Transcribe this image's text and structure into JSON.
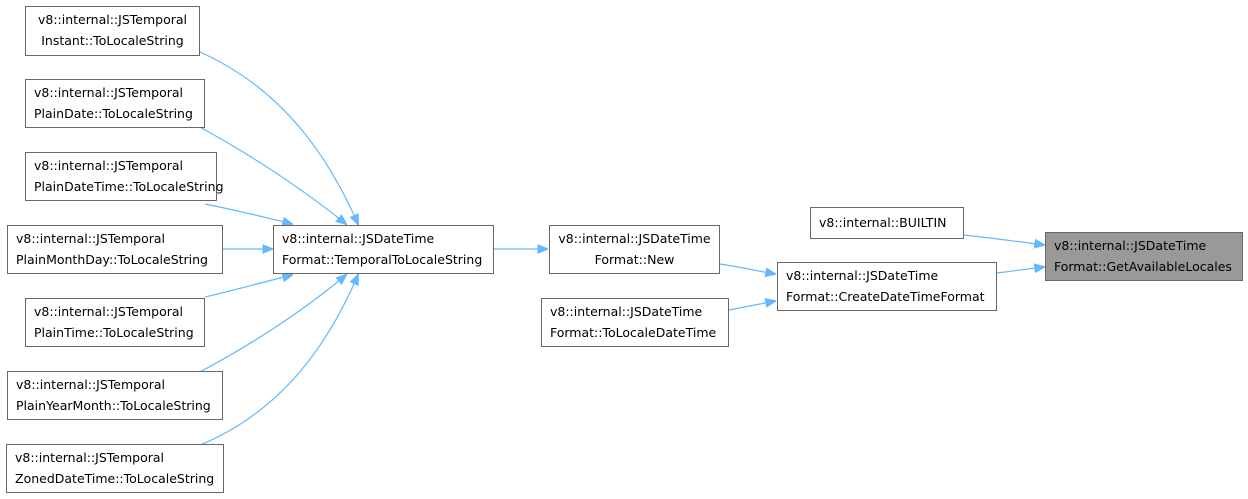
{
  "colors": {
    "edge": "#63b8ff",
    "focus_fill": "#999999",
    "border": "#666666"
  },
  "nodes": {
    "instant": {
      "line1": "v8::internal::JSTemporal",
      "line2": "Instant::ToLocaleString"
    },
    "plaindate": {
      "line1": "v8::internal::JSTemporal",
      "line2": "PlainDate::ToLocaleString"
    },
    "plaindatetime": {
      "line1": "v8::internal::JSTemporal",
      "line2": "PlainDateTime::ToLocaleString"
    },
    "plainmonthday": {
      "line1": "v8::internal::JSTemporal",
      "line2": "PlainMonthDay::ToLocaleString"
    },
    "plaintime": {
      "line1": "v8::internal::JSTemporal",
      "line2": "PlainTime::ToLocaleString"
    },
    "plainyearmonth": {
      "line1": "v8::internal::JSTemporal",
      "line2": "PlainYearMonth::ToLocaleString"
    },
    "zoneddatetime": {
      "line1": "v8::internal::JSTemporal",
      "line2": "ZonedDateTime::ToLocaleString"
    },
    "temporal": {
      "line1": "v8::internal::JSDateTime",
      "line2": "Format::TemporalToLocaleString"
    },
    "new": {
      "line1": "v8::internal::JSDateTime",
      "line2": "Format::New"
    },
    "tolocaledatetime": {
      "line1": "v8::internal::JSDateTime",
      "line2": "Format::ToLocaleDateTime"
    },
    "create": {
      "line1": "v8::internal::JSDateTime",
      "line2": "Format::CreateDateTimeFormat"
    },
    "builtin": {
      "line1": "v8::internal::BUILTIN"
    },
    "available": {
      "line1": "v8::internal::JSDateTime",
      "line2": "Format::GetAvailableLocales"
    }
  },
  "edges": [
    [
      "instant",
      "temporal"
    ],
    [
      "plaindate",
      "temporal"
    ],
    [
      "plaindatetime",
      "temporal"
    ],
    [
      "plainmonthday",
      "temporal"
    ],
    [
      "plaintime",
      "temporal"
    ],
    [
      "plainyearmonth",
      "temporal"
    ],
    [
      "zoneddatetime",
      "temporal"
    ],
    [
      "temporal",
      "new"
    ],
    [
      "new",
      "create"
    ],
    [
      "tolocaledatetime",
      "create"
    ],
    [
      "create",
      "available"
    ],
    [
      "builtin",
      "available"
    ]
  ]
}
